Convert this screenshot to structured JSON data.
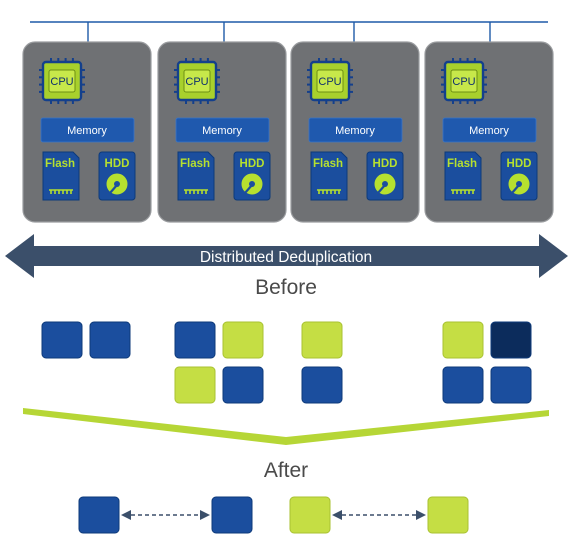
{
  "nodes": [
    {
      "cpu": "CPU",
      "memory": "Memory",
      "flash": "Flash",
      "hdd": "HDD"
    },
    {
      "cpu": "CPU",
      "memory": "Memory",
      "flash": "Flash",
      "hdd": "HDD"
    },
    {
      "cpu": "CPU",
      "memory": "Memory",
      "flash": "Flash",
      "hdd": "HDD"
    },
    {
      "cpu": "CPU",
      "memory": "Memory",
      "flash": "Flash",
      "hdd": "HDD"
    }
  ],
  "banner": {
    "label": "Distributed Deduplication"
  },
  "before": {
    "label": "Before",
    "groups": [
      [
        [
          "blue",
          "blue"
        ]
      ],
      [
        [
          "blue",
          "lime"
        ],
        [
          "lime",
          "blue"
        ]
      ],
      [
        [
          "lime"
        ],
        [
          "blue"
        ]
      ],
      [
        [
          "lime",
          "navy"
        ],
        [
          "blue",
          "blue"
        ]
      ]
    ]
  },
  "after": {
    "label": "After",
    "pairs": [
      {
        "from": "blue",
        "to": "blue"
      },
      {
        "from": "lime",
        "to": "lime"
      }
    ]
  },
  "colors": {
    "blue": "#1b4e9e",
    "lime": "#c5de44",
    "navy": "#0c2c5c",
    "node_bg": "#6f7174",
    "arrow": "#3b4f6a",
    "accent": "#b6e02f"
  }
}
